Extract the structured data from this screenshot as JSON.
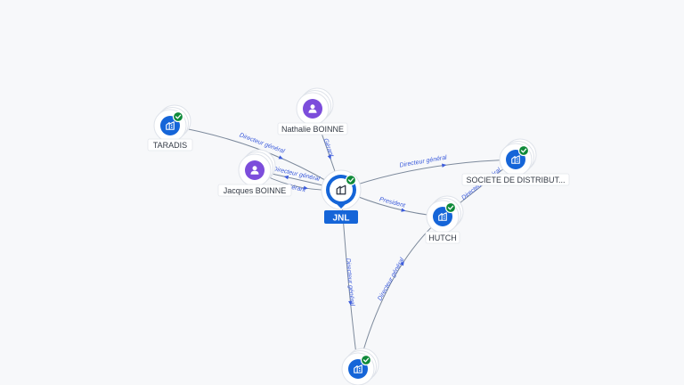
{
  "colors": {
    "company": "#1565d8",
    "person": "#7c4ddb",
    "verified": "#0f8a3a",
    "edge": "#7d8a9c",
    "edge_label": "#3b5bdb"
  },
  "nodes": [
    {
      "id": "jnl",
      "label": "JNL",
      "kind": "company",
      "icon": "building-icon",
      "verified": true,
      "center": true
    },
    {
      "id": "nathalie",
      "label": "Nathalie BOINNE",
      "kind": "person",
      "icon": "person-icon",
      "verified": false
    },
    {
      "id": "taradis",
      "label": "TARADIS",
      "kind": "company",
      "icon": "building-icon",
      "verified": true
    },
    {
      "id": "jacques",
      "label": "Jacques BOINNE",
      "kind": "person",
      "icon": "person-icon",
      "verified": false
    },
    {
      "id": "societe",
      "label": "SOCIETE DE DISTRIBUT...",
      "kind": "company",
      "icon": "building-icon",
      "verified": true
    },
    {
      "id": "hutch",
      "label": "HUTCH",
      "kind": "company",
      "icon": "building-icon",
      "verified": true
    },
    {
      "id": "bottom",
      "label": "",
      "kind": "company",
      "icon": "building-icon",
      "verified": true
    }
  ],
  "edges": [
    {
      "from": "nathalie",
      "to": "jnl",
      "label": "Gérant"
    },
    {
      "from": "taradis",
      "to": "jnl",
      "label": "Directeur général"
    },
    {
      "from": "jnl",
      "to": "jacques",
      "label": "Directeur général"
    },
    {
      "from": "jacques",
      "to": "jnl",
      "label": "Gérant"
    },
    {
      "from": "jnl",
      "to": "societe",
      "label": "Directeur général"
    },
    {
      "from": "jnl",
      "to": "hutch",
      "label": "President"
    },
    {
      "from": "jnl",
      "to": "bottom",
      "label": "Directeur général"
    },
    {
      "from": "hutch",
      "to": "societe",
      "label": "Directeur général"
    },
    {
      "from": "bottom",
      "to": "hutch",
      "label": "Directeur général"
    }
  ]
}
